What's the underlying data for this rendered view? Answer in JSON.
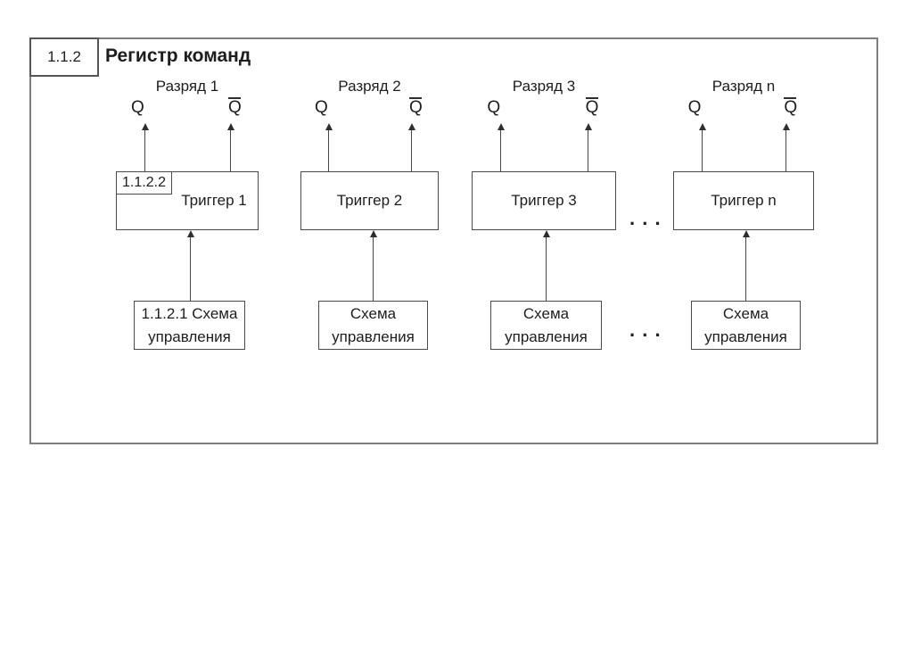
{
  "diagram": {
    "ref_label": "1.1.2",
    "title": "Регистр команд",
    "q_label": "Q",
    "trigger1_ref_label": "1.1.2.2",
    "ellipsis": ". . .",
    "columns": [
      {
        "bit_label": "Разряд 1",
        "trigger_label": "Триггер 1",
        "control_line1": "1.1.2.1 Схема",
        "control_line2": "управления"
      },
      {
        "bit_label": "Разряд 2",
        "trigger_label": "Триггер 2",
        "control_line1": "Схема",
        "control_line2": "управления"
      },
      {
        "bit_label": "Разряд 3",
        "trigger_label": "Триггер 3",
        "control_line1": "Схема",
        "control_line2": "управления"
      },
      {
        "bit_label": "Разряд n",
        "trigger_label": "Триггер n",
        "control_line1": "Схема",
        "control_line2": "управления"
      }
    ],
    "colors": {
      "frame_border": "#7e7e7e",
      "box_border": "#4a4a4a",
      "line": "#474747",
      "text": "#1d1d1d"
    }
  }
}
